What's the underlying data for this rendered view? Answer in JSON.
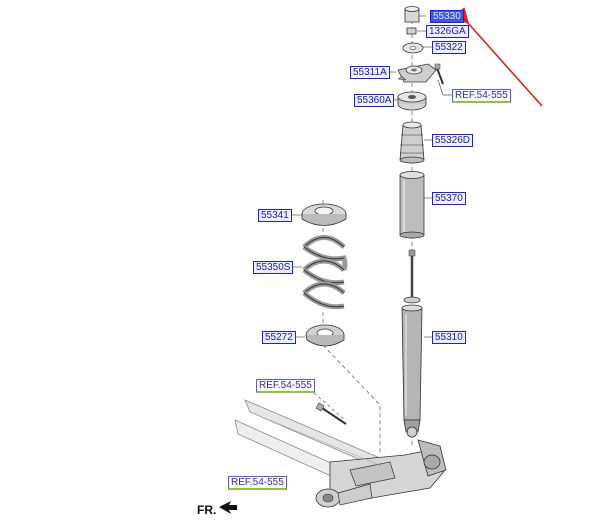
{
  "parts": {
    "p55330": "55330",
    "p1326GA": "1326GA",
    "p55322": "55322",
    "p55311A": "55311A",
    "p55360A": "55360A",
    "p55326D": "55326D",
    "p55370": "55370",
    "p55341": "55341",
    "p55350S": "55350S",
    "p55272": "55272",
    "p55310": "55310"
  },
  "references": {
    "ref_top": "REF.54-555",
    "ref_mid": "REF.54-555",
    "ref_bottom": "REF.54-555"
  },
  "direction_label": "FR.",
  "colors": {
    "label_border": "#2222cc",
    "label_selected_bg": "#3b55e6",
    "ref_underline": "#8cc63f",
    "pointer_arrow": "#e02020"
  }
}
